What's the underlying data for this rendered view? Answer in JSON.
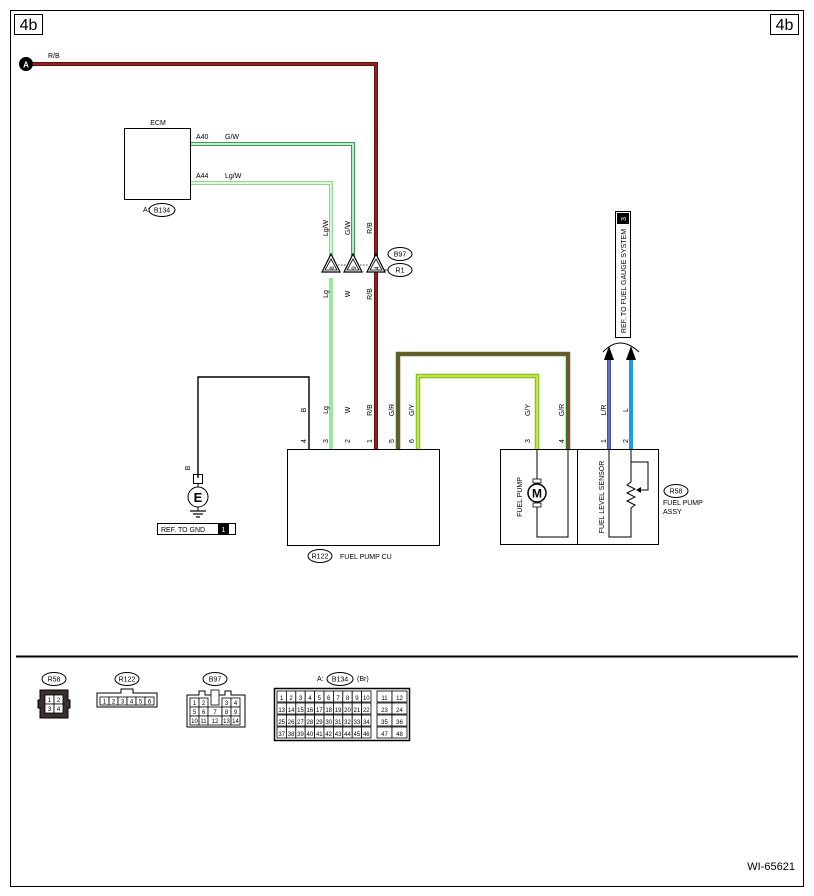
{
  "page": {
    "corner_tag_left": "4b",
    "corner_tag_right": "4b",
    "figure_id": "WI-65621"
  },
  "colors": {
    "R/B": "#7a1414",
    "G/W": "#3cc36b",
    "Lg/W": "#a6e3a6",
    "Lg": "#9ee59e",
    "W": "#ffffff",
    "G/R": "#2f7a2f",
    "G/R_stripe": "#b3321f",
    "G/Y": "#8fd33a",
    "G/Y_stripe": "#e9e336",
    "L/R": "#4a59b5",
    "L": "#1e9be8",
    "B": "#000000"
  },
  "wires": {
    "top_label": "R/B",
    "connector_a": "A",
    "ecm_pin_a40": "A40",
    "ecm_pin_a40_color": "G/W",
    "ecm_pin_a44": "A44",
    "ecm_pin_a44_color": "Lg/W",
    "b97_top": [
      "Lg/W",
      "G/W",
      "R/B"
    ],
    "b97_bottom": [
      "Lg",
      "W",
      "R/B"
    ],
    "b97_pins": [
      "8",
      "9",
      "4"
    ],
    "fuel_pump_cu_wires": [
      "B",
      "Lg",
      "W",
      "R/B",
      "G/R",
      "G/Y"
    ],
    "fuel_pump_cu_pins": [
      "4",
      "3",
      "2",
      "1",
      "5",
      "6"
    ],
    "pump_assy_wires": [
      "G/Y",
      "G/R",
      "L/R",
      "L"
    ],
    "pump_assy_pins": [
      "3",
      "4",
      "1",
      "2"
    ],
    "ground_wire": "B"
  },
  "components": {
    "ecm_label": "ECM",
    "ecm_ref_prefix": "A:",
    "ecm_ref": "B134",
    "b97_ref": "B97",
    "r1_ref": "R1",
    "fuel_pump_cu_ref": "R122",
    "fuel_pump_cu_label": "FUEL PUMP CU",
    "fuel_pump_label": "FUEL PUMP",
    "fuel_level_sensor_label": "FUEL LEVEL SENSOR",
    "fuel_pump_assy_ref": "R58",
    "fuel_pump_assy_label_1": "FUEL PUMP",
    "fuel_pump_assy_label_2": "ASSY",
    "ref_gauge": "REF. TO FUEL GAUGE SYSTEM",
    "ref_gauge_tag": "3",
    "ref_gnd": "REF. TO GND",
    "ref_gnd_tag": "1",
    "motor_symbol": "M",
    "ground_symbol": "E"
  },
  "connectors": {
    "r58": {
      "ref": "R58",
      "pins": [
        "1",
        "2",
        "3",
        "4"
      ]
    },
    "r122": {
      "ref": "R122",
      "pins": [
        "1",
        "2",
        "3",
        "4",
        "5",
        "6"
      ]
    },
    "b97": {
      "ref": "B97",
      "pins": [
        "1",
        "2",
        "3",
        "4",
        "5",
        "6",
        "7",
        "8",
        "9",
        "10",
        "11",
        "12",
        "13",
        "14"
      ]
    },
    "b134": {
      "prefix": "A:",
      "ref": "B134",
      "suffix": "(Br)",
      "pins": [
        "1",
        "2",
        "3",
        "4",
        "5",
        "6",
        "7",
        "8",
        "9",
        "10",
        "11",
        "12",
        "13",
        "14",
        "15",
        "16",
        "17",
        "18",
        "19",
        "20",
        "21",
        "22",
        "23",
        "24",
        "25",
        "26",
        "27",
        "28",
        "29",
        "30",
        "31",
        "32",
        "33",
        "34",
        "35",
        "36",
        "37",
        "38",
        "39",
        "40",
        "41",
        "42",
        "43",
        "44",
        "45",
        "46",
        "47",
        "48"
      ]
    }
  }
}
